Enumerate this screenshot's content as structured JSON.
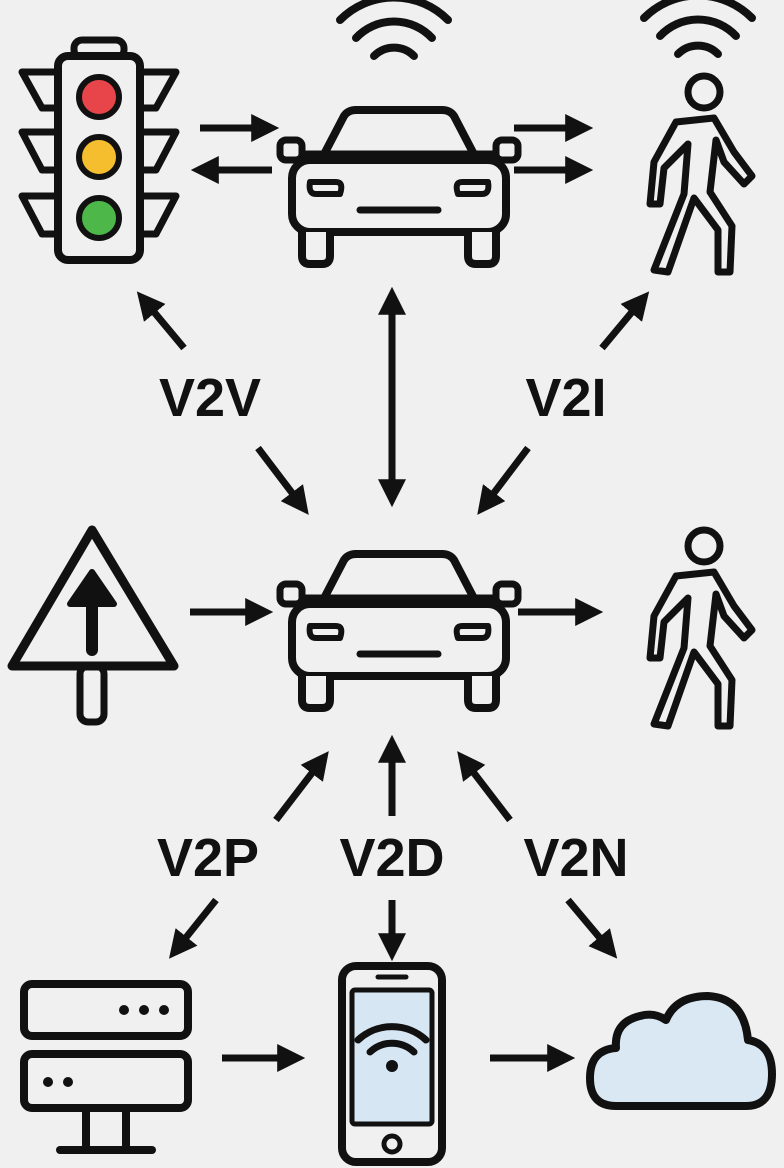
{
  "labels": {
    "v2v": "V2V",
    "v2i": "V2I",
    "v2p": "V2P",
    "v2d": "V2D",
    "v2n": "V2N"
  },
  "colors": {
    "background": "#f0f0f0",
    "stroke": "#111111",
    "light_red": "#e8454a",
    "light_amber": "#f5be2e",
    "light_green": "#4db849",
    "screen_fill": "#d6e6f3",
    "cloud_fill": "#d9e8f3"
  },
  "icons": [
    "traffic-light-icon",
    "car-icon",
    "pedestrian-icon",
    "wifi-signal-icon",
    "warning-sign-icon",
    "server-icon",
    "smartphone-icon",
    "cloud-icon"
  ]
}
